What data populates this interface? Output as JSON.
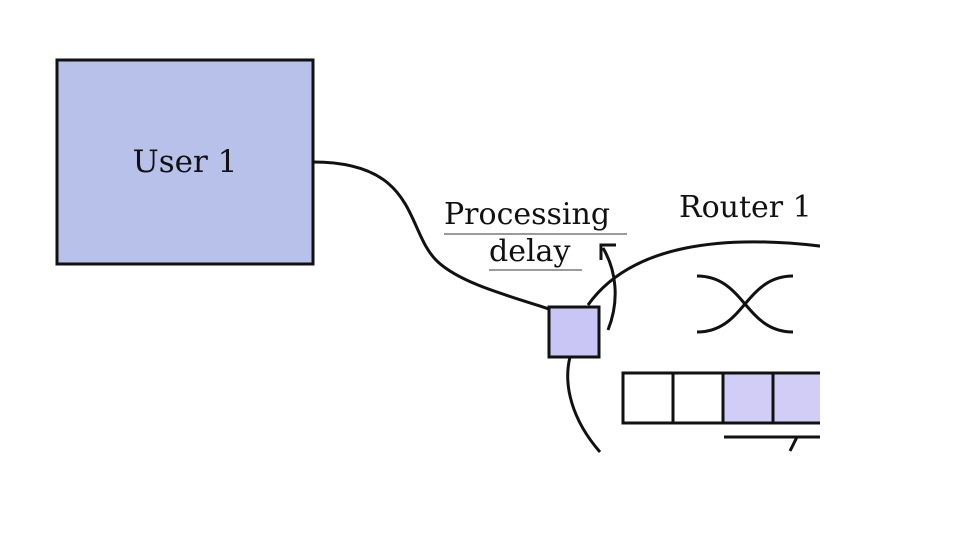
{
  "diagram": {
    "user": {
      "label": "User 1",
      "fill": "#b7c1ea"
    },
    "processing_delay": {
      "line1": "Processing",
      "line2": "delay"
    },
    "router": {
      "label": "Router 1"
    },
    "colors": {
      "stroke": "#111111",
      "port_fill": "#c9c5f5",
      "queue_filled": "#d2cdf7",
      "queue_empty": "#ffffff",
      "underline": "#9a9a9a"
    },
    "queue": {
      "slots_visible": 4,
      "filled_slots": [
        3,
        4
      ]
    }
  }
}
